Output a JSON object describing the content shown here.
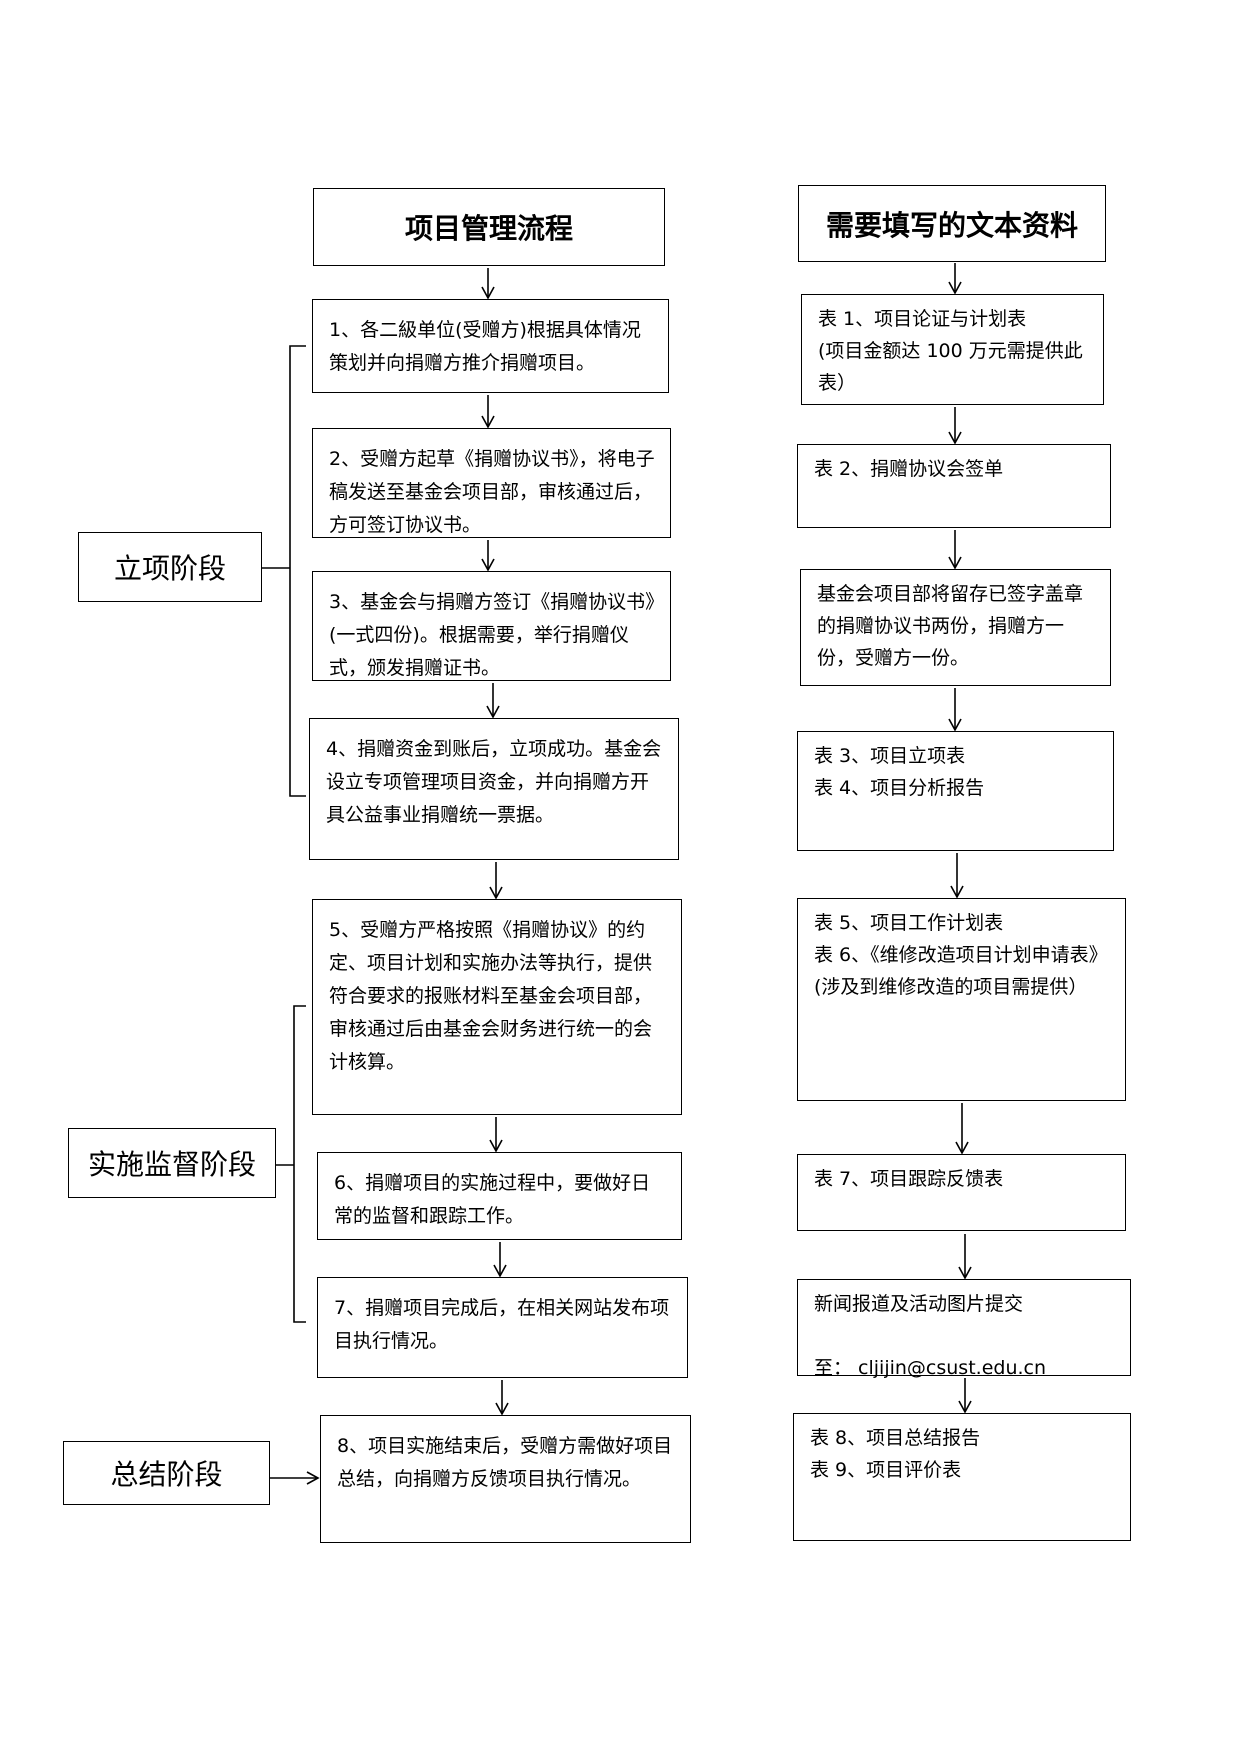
{
  "left_title": "项目管理流程",
  "right_title": "需要填写的文本资料",
  "phases": {
    "lixiang": "立项阶段",
    "shishi": "实施监督阶段",
    "zongjie": "总结阶段"
  },
  "steps": [
    "1、各二級单位(受赠方)根据具体情况策划并向捐赠方推介捐赠项目。",
    "2、受赠方起草《捐赠协议书》，将电子稿发送至基金会项目部，审核通过后，方可签订协议书。",
    "3、基金会与捐赠方签订《捐赠协议书》(一式四份)。根据需要，举行捐赠仪式，颁发捐赠证书。",
    "4、捐赠资金到账后，立项成功。基金会设立专项管理项目资金，并向捐赠方开具公益事业捐赠统一票据。",
    "5、受赠方严格按照《捐赠协议》的约定、项目计划和实施办法等执行，提供符合要求的报账材料至基金会项目部，审核通过后由基金会财务进行统一的会计核算。",
    "6、捐赠项目的实施过程中，要做好日常的监督和跟踪工作。",
    "7、捐赠项目完成后，在相关网站发布项目执行情况。",
    "8、项目实施结束后，受赠方需做好项目总结，向捐赠方反馈项目执行情况。"
  ],
  "docs": [
    "    表 1、项目论证与计划表\n(项目金额达 100 万元需提供此表）",
    "    表 2、捐赠协议会签单",
    "    基金会项目部将留存已签字盖章的捐赠协议书两份，捐赠方一份，受赠方一份。",
    "    表 3、项目立项表\n    表 4、项目分析报告",
    "    表 5、项目工作计划表\n    表 6、《维修改造项目计划申请表》(涉及到维修改造的项目需提供）",
    "    表 7、项目跟踪反馈表",
    "    新闻报道及活动图片提交\n\n至：  cljijin@csust.edu.cn",
    "    表 8、项目总结报告\n    表 9、项目评价表"
  ]
}
